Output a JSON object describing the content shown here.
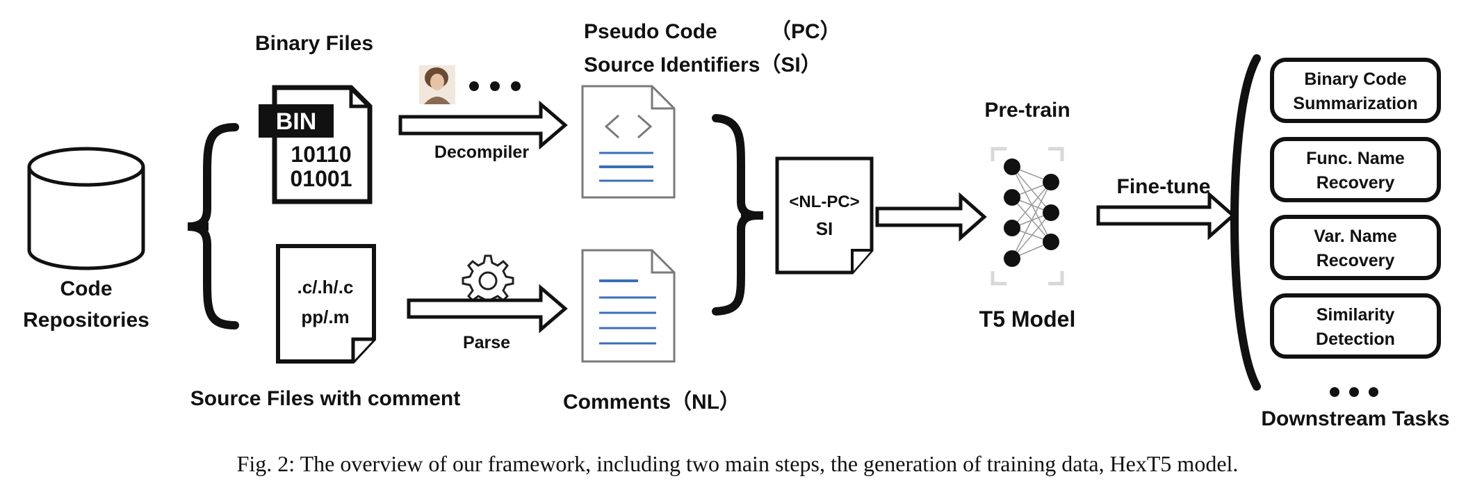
{
  "labels": {
    "code_repositories_line1": "Code",
    "code_repositories_line2": "Repositories",
    "binary_files": "Binary Files",
    "bin_tag": "BIN",
    "bin_bits_line1": "10110",
    "bin_bits_line2": "01001",
    "source_ext_line1": ".c/.h/.c",
    "source_ext_line2": "pp/.m",
    "source_files": "Source Files with comment",
    "decompiler": "Decompiler",
    "parse": "Parse",
    "pseudo_code": "Pseudo Code",
    "pc_tag": "（PC）",
    "source_identifiers": "Source Identifiers（SI）",
    "comments": "Comments（NL）",
    "nl_pc_line1": "<NL-PC>",
    "nl_pc_line2": "SI",
    "pretrain": "Pre-train",
    "t5_model": "T5 Model",
    "finetune": "Fine-tune",
    "downstream_tasks": "Downstream Tasks"
  },
  "tasks": [
    {
      "line1": "Binary Code",
      "line2": "Summarization"
    },
    {
      "line1": "Func. Name",
      "line2": "Recovery"
    },
    {
      "line1": "Var. Name",
      "line2": "Recovery"
    },
    {
      "line1": "Similarity",
      "line2": "Detection"
    }
  ],
  "caption": "Fig. 2: The overview of our framework, including two main steps, the generation of training data, HexT5 model.",
  "colors": {
    "ink": "#111111",
    "doc_blue": "#3b6fb5",
    "doc_gray": "#7a7a7a",
    "net_gray": "#9a9a9a"
  }
}
